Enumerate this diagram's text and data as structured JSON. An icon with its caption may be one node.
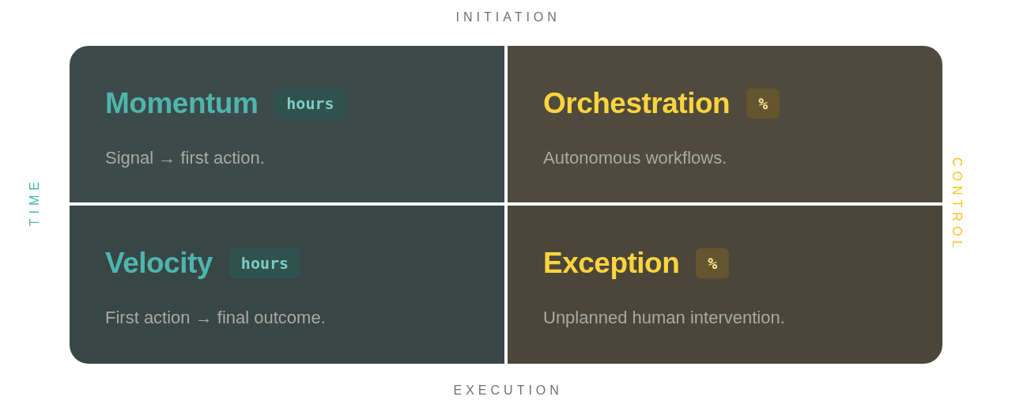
{
  "diagram": {
    "nodes": [
      {
        "text": [
          "Momentum",
          "Signal → first action."
        ]
      },
      {
        "text": [
          "hours"
        ],
        "in": 0
      },
      {
        "text": [
          "Orchestration",
          "Autonomous workflows."
        ]
      },
      {
        "text": [
          "%"
        ],
        "in": 2
      },
      {
        "text": [
          "Velocity",
          "First action → final outcome."
        ]
      },
      {
        "text": [
          "hours"
        ],
        "in": 4
      },
      {
        "text": [
          "Exception",
          "Unplanned human intervention."
        ]
      },
      {
        "text": [
          "%"
        ],
        "in": 6
      }
    ],
    "labels": [
      "INITIATION",
      "TIME",
      "CONTROL",
      "EXECUTION"
    ]
  }
}
